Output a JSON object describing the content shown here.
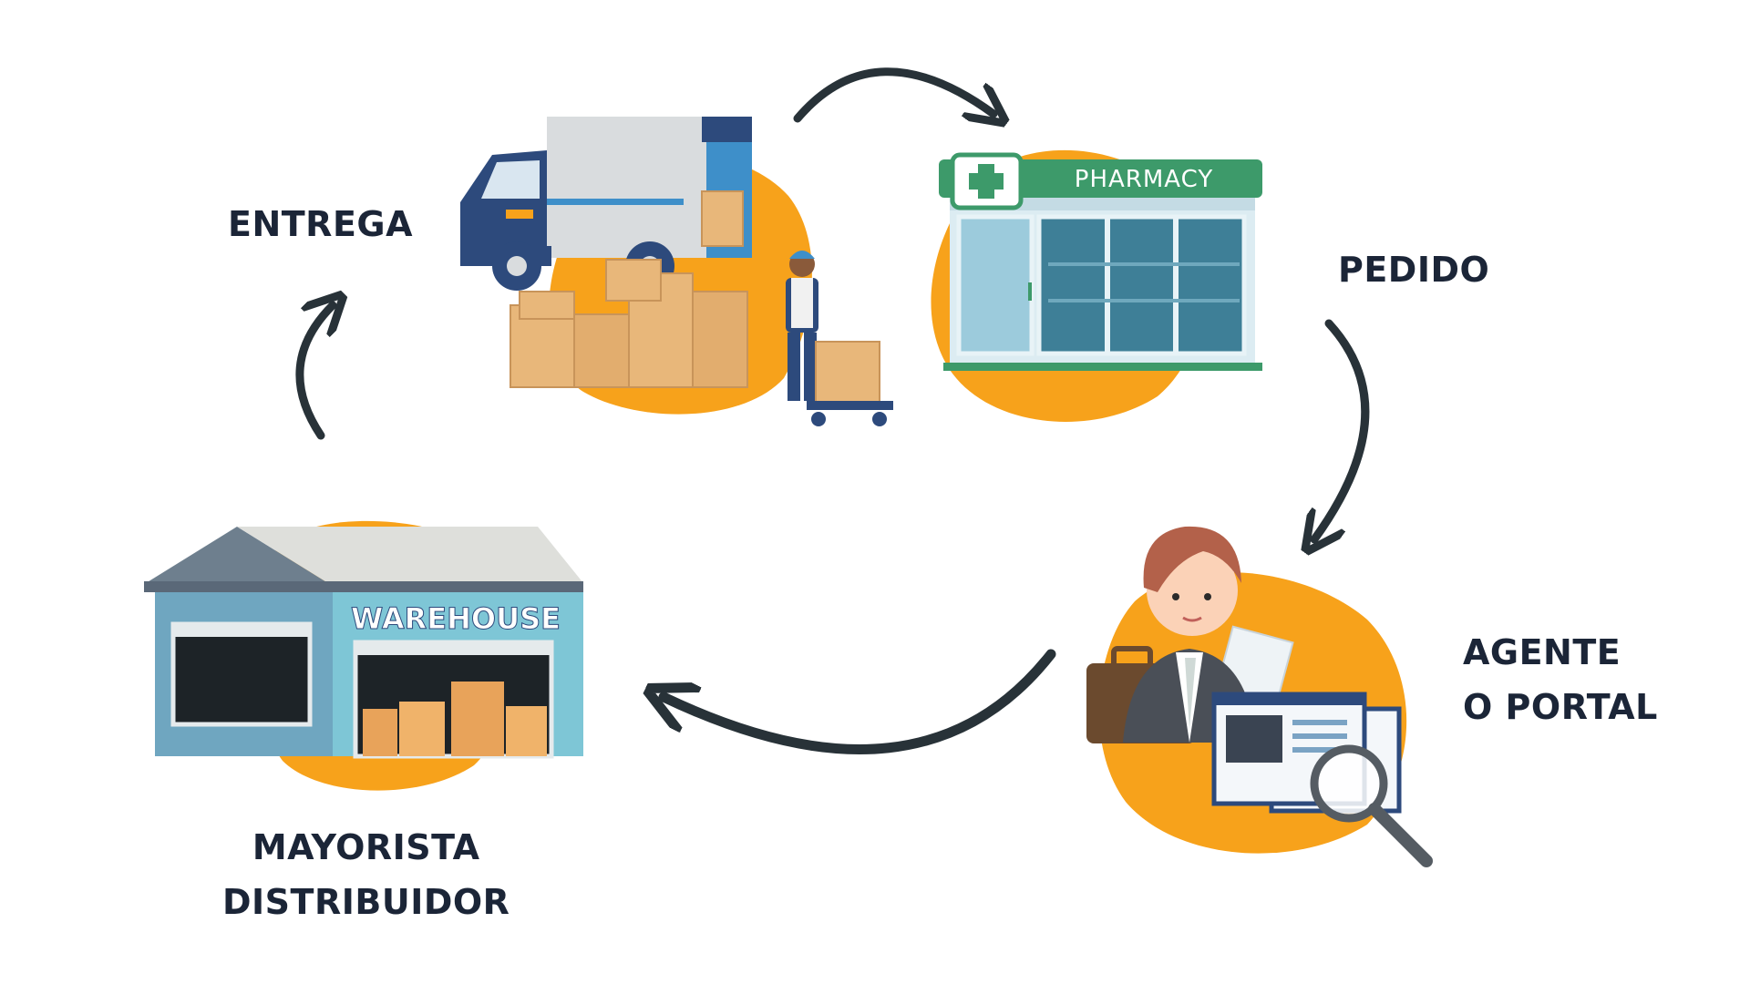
{
  "labels": {
    "entrega": "ENTREGA",
    "pedido": "PEDIDO",
    "agente_line1": "AGENTE",
    "agente_line2": "O PORTAL",
    "mayorista_line1": "MAYORISTA",
    "mayorista_line2": "DISTRIBUIDOR"
  },
  "pharmacy": {
    "sign": "PHARMACY"
  },
  "warehouse": {
    "sign": "WAREHOUSE"
  },
  "colors": {
    "accent_blob": "#f7a21b",
    "text": "#1b2537",
    "arrow": "#283238",
    "pharmacy_green": "#3d9a6a",
    "truck_blue": "#2d4a7c",
    "box_tan": "#e8b77a",
    "warehouse_blue": "#7ec6d6"
  },
  "icons": [
    "delivery-truck-icon",
    "pharmacy-store-icon",
    "agent-portal-icon",
    "warehouse-icon",
    "cycle-arrow-icon"
  ]
}
